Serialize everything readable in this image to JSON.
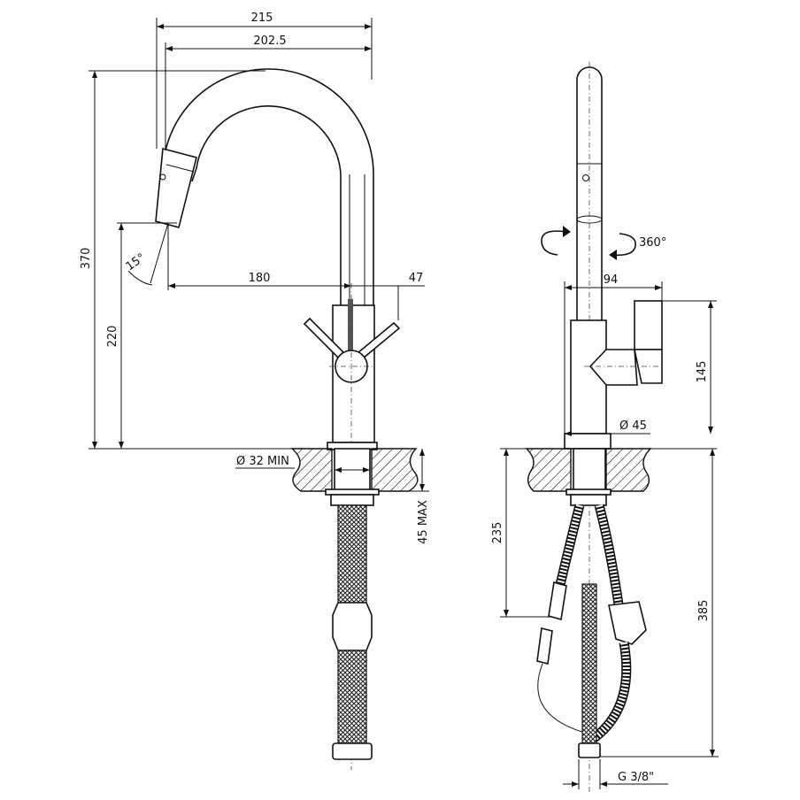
{
  "left_view": {
    "dim_overall_width": "215",
    "dim_spout_reach": "202.5",
    "dim_total_height": "370",
    "dim_spout_height": "220",
    "dim_spray_angle": "15°",
    "dim_spout_projection": "180",
    "dim_handle_offset": "47",
    "dim_hole_diameter": "Ø 32 MIN",
    "dim_counter_thickness": "45 MAX"
  },
  "right_view": {
    "dim_rotation": "360°",
    "dim_handle_depth": "94",
    "dim_handle_height": "145",
    "dim_base_diameter": "Ø 45",
    "dim_hose_length": "235",
    "dim_underside_length": "385",
    "dim_connection": "G 3/8\""
  },
  "colors": {
    "line": "#111111",
    "background": "#ffffff"
  }
}
